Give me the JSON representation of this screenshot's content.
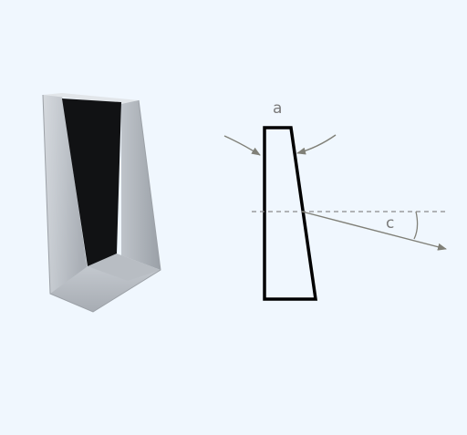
{
  "labels": {
    "a": "a",
    "c": "c"
  },
  "colors": {
    "background": "#f0f7fe",
    "prism_light": "#cdd2d7",
    "prism_mid": "#b3b8be",
    "prism_dark": "#8e9399",
    "prism_face": "#111111",
    "outline": "#000000",
    "ray": "#808078",
    "dashed": "#8a8a8a"
  },
  "icons": {
    "arrow": "arrowhead"
  }
}
